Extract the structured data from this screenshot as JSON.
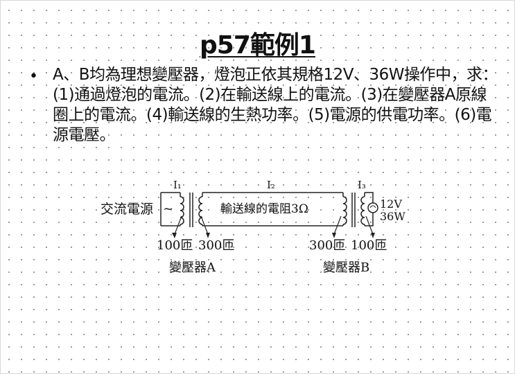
{
  "slide": {
    "title": "p57範例1",
    "bullet_text": "A、B均為理想變壓器，燈泡正依其規格12V、36W操作中，求：(1)通過燈泡的電流。(2)在輸送線上的電流。(3)在變壓器A原線圈上的電流。(4)輸送線的生熱功率。(5)電源的供電功率。(6)電源電壓。"
  },
  "figure": {
    "source_label": "交流電源",
    "source_symbol": "~",
    "current_1": "I₁",
    "current_2": "I₂",
    "current_3": "I₃",
    "line_resistance": "輸送線的電阻3Ω",
    "lamp_voltage": "12V",
    "lamp_power": "36W",
    "transformer_a": {
      "primary_turns": "100匝",
      "secondary_turns": "300匝",
      "label": "變壓器A"
    },
    "transformer_b": {
      "primary_turns": "300匝",
      "secondary_turns": "100匝",
      "label": "變壓器B"
    }
  }
}
